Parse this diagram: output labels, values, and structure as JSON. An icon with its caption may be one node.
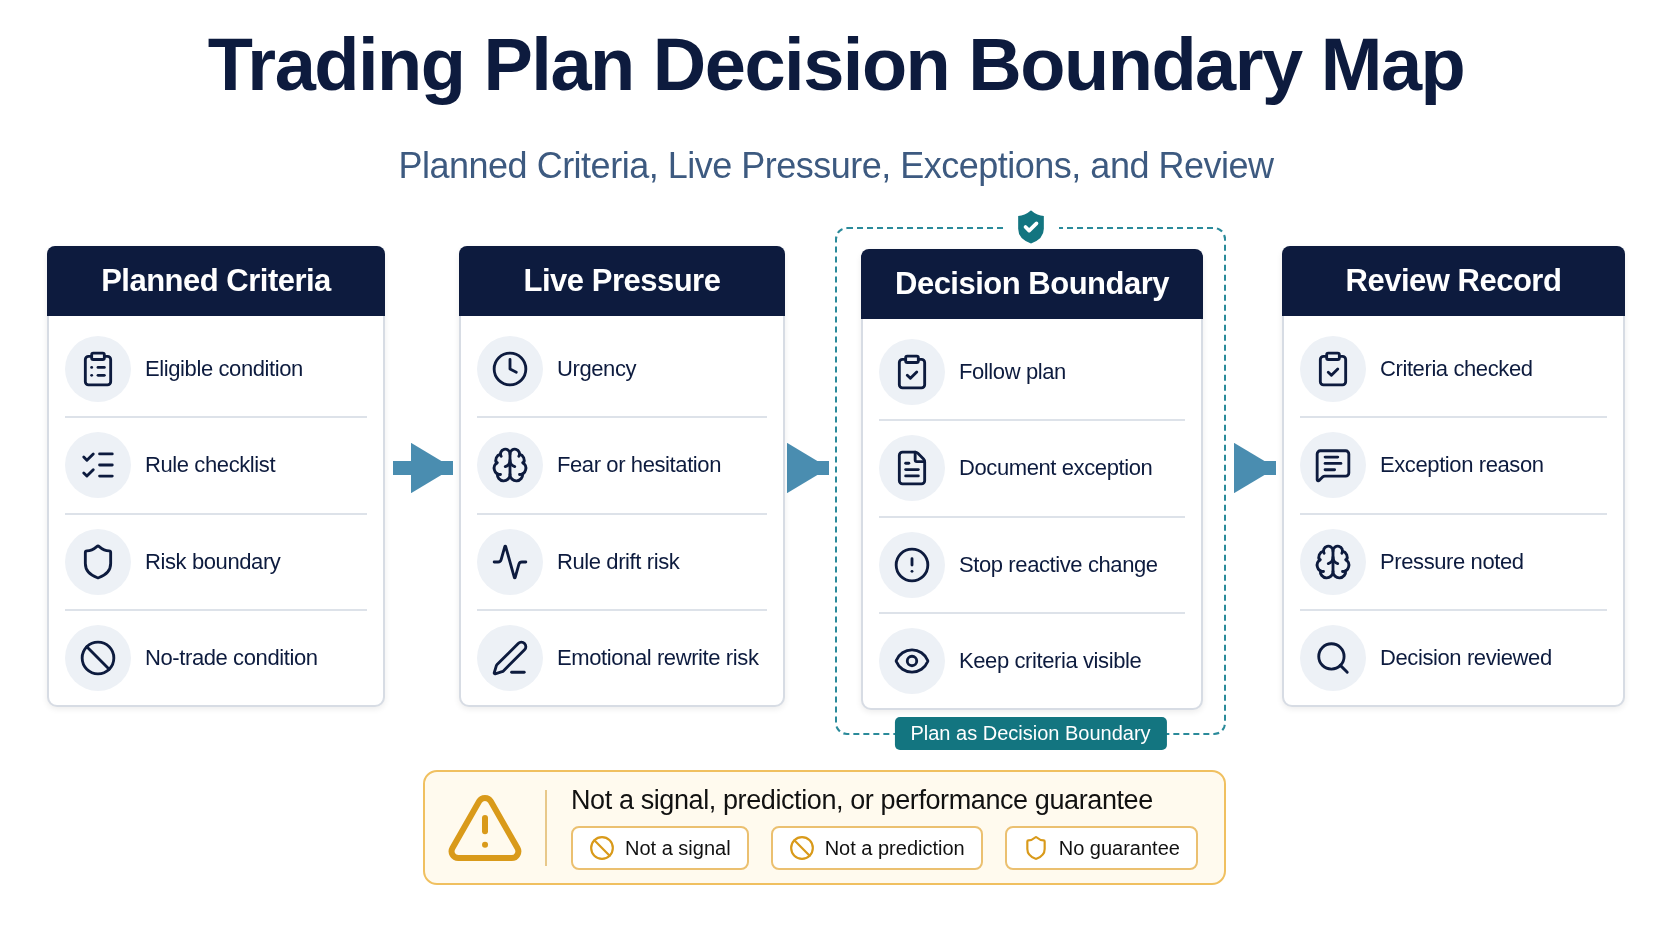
{
  "diagram": {
    "title": "Trading Plan Decision Boundary Map",
    "caption": "Planned Criteria, Live Pressure, Exceptions, and Review",
    "nodes": [
      {
        "text": [
          "Planned Criteria"
        ]
      },
      {
        "text": [
          "Eligible condition"
        ],
        "in": 0
      },
      {
        "text": [
          "Rule checklist"
        ],
        "in": 0
      },
      {
        "text": [
          "Risk boundary"
        ],
        "in": 0
      },
      {
        "text": [
          "No-trade condition"
        ],
        "in": 0
      },
      {
        "text": [
          "Live Pressure"
        ]
      },
      {
        "text": [
          "Urgency"
        ],
        "in": 5
      },
      {
        "text": [
          "Fear or hesitation"
        ],
        "in": 5
      },
      {
        "text": [
          "Rule drift risk"
        ],
        "in": 5
      },
      {
        "text": [
          "Emotional rewrite risk"
        ],
        "in": 5
      },
      {
        "text": [
          "Plan as Decision Boundary"
        ]
      },
      {
        "text": [
          "Decision Boundary"
        ],
        "in": 10
      },
      {
        "text": [
          "Follow plan"
        ],
        "in": 11
      },
      {
        "text": [
          "Document exception"
        ],
        "in": 11
      },
      {
        "text": [
          "Stop reactive change"
        ],
        "in": 11
      },
      {
        "text": [
          "Keep criteria visible"
        ],
        "in": 11
      },
      {
        "text": [
          "Review Record"
        ]
      },
      {
        "text": [
          "Criteria checked"
        ],
        "in": 16
      },
      {
        "text": [
          "Exception reason"
        ],
        "in": 16
      },
      {
        "text": [
          "Pressure noted"
        ],
        "in": 16
      },
      {
        "text": [
          "Decision reviewed"
        ],
        "in": 16
      },
      {
        "text": [
          "Not a signal, prediction, or performance guarantee"
        ]
      },
      {
        "text": [
          "Not a signal"
        ],
        "in": 21
      },
      {
        "text": [
          "Not a prediction"
        ],
        "in": 21
      },
      {
        "text": [
          "No guarantee"
        ],
        "in": 21
      }
    ],
    "edges": [
      {
        "from": 0,
        "to": 5,
        "arrow": "to"
      },
      {
        "from": 5,
        "to": 10,
        "arrow": "to"
      },
      {
        "from": 10,
        "to": 16,
        "arrow": "to"
      }
    ]
  }
}
